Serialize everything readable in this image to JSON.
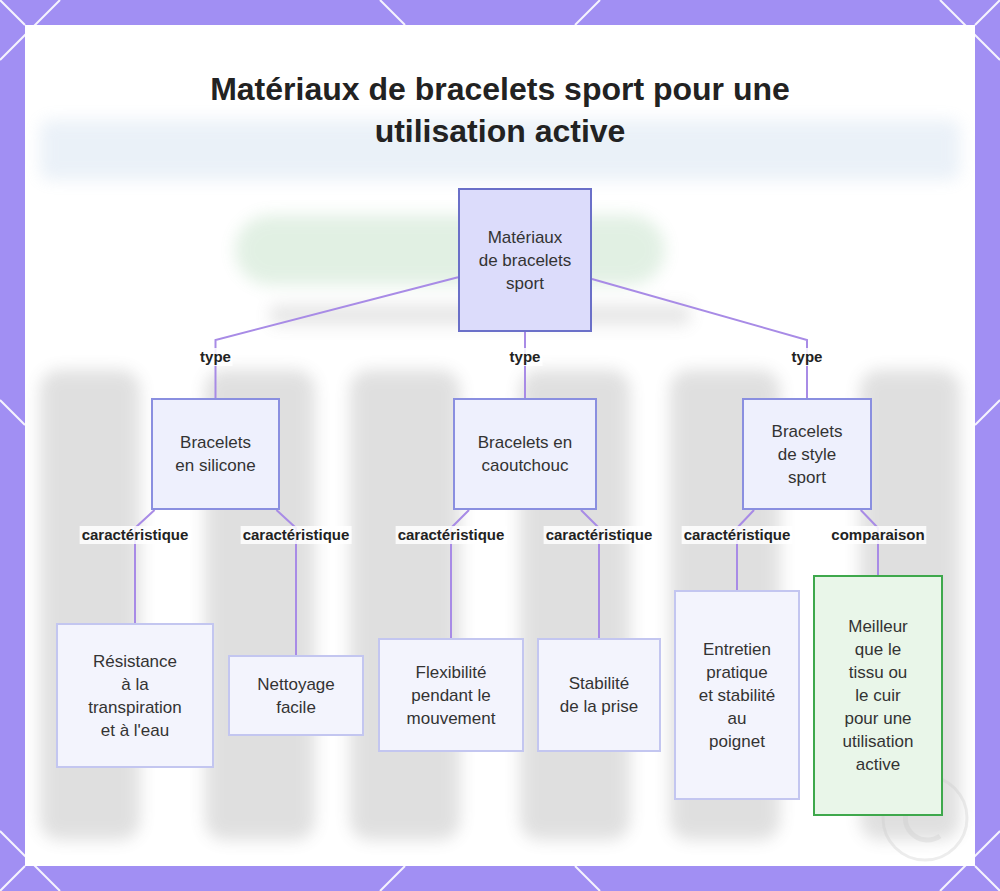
{
  "diagram": {
    "title": "Matériaux de bracelets sport pour une utilisation active",
    "nodes": [
      {
        "text": [
          "Matériaux de bracelets sport"
        ]
      },
      {
        "text": [
          "Bracelets en silicone"
        ]
      },
      {
        "text": [
          "Bracelets en caoutchouc"
        ]
      },
      {
        "text": [
          "Bracelets de style sport"
        ]
      },
      {
        "text": [
          "Résistance à la transpiration et à l'eau"
        ]
      },
      {
        "text": [
          "Nettoyage facile"
        ]
      },
      {
        "text": [
          "Flexibilité pendant le mouvement"
        ]
      },
      {
        "text": [
          "Stabilité de la prise"
        ]
      },
      {
        "text": [
          "Entretien pratique et stabilité au poignet"
        ]
      },
      {
        "text": [
          "Meilleur que le tissu ou le cuir pour une utilisation active"
        ]
      }
    ],
    "edges": [
      {
        "from": 0,
        "to": 1,
        "label": "type",
        "arrow": "none"
      },
      {
        "from": 0,
        "to": 2,
        "label": "type",
        "arrow": "none"
      },
      {
        "from": 0,
        "to": 3,
        "label": "type",
        "arrow": "none"
      },
      {
        "from": 1,
        "to": 4,
        "label": "caractéristique",
        "arrow": "none"
      },
      {
        "from": 1,
        "to": 5,
        "label": "caractéristique",
        "arrow": "none"
      },
      {
        "from": 2,
        "to": 6,
        "label": "caractéristique",
        "arrow": "none"
      },
      {
        "from": 2,
        "to": 7,
        "label": "caractéristique",
        "arrow": "none"
      },
      {
        "from": 3,
        "to": 8,
        "label": "caractéristique",
        "arrow": "none"
      },
      {
        "from": 3,
        "to": 9,
        "label": "comparaison",
        "arrow": "none"
      }
    ]
  }
}
